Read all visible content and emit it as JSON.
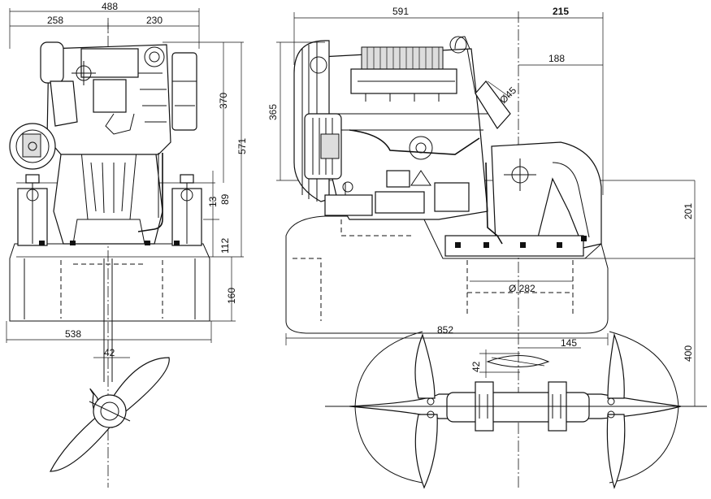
{
  "dimensions": {
    "front_width_left": "258",
    "front_width_right": "230",
    "front_width_total": "488",
    "front_height_top": "370",
    "front_height_total": "571",
    "front_mount_small": "13",
    "front_mount_height": "89",
    "front_mount_base": "112",
    "front_base_height": "160",
    "front_base_width": "538",
    "front_prop_shaft": "42",
    "side_length": "591",
    "side_offset": "215",
    "side_offset_inner": "188",
    "side_pipe_diameter": "Ø45",
    "side_height": "365",
    "side_drive_height": "201",
    "side_flange_diameter": "Ø 282",
    "side_base_length": "852",
    "side_prop_offset": "145",
    "side_prop_width": "42",
    "side_drive_depth": "400"
  },
  "colors": {
    "line": "#111111",
    "background": "#ffffff"
  }
}
